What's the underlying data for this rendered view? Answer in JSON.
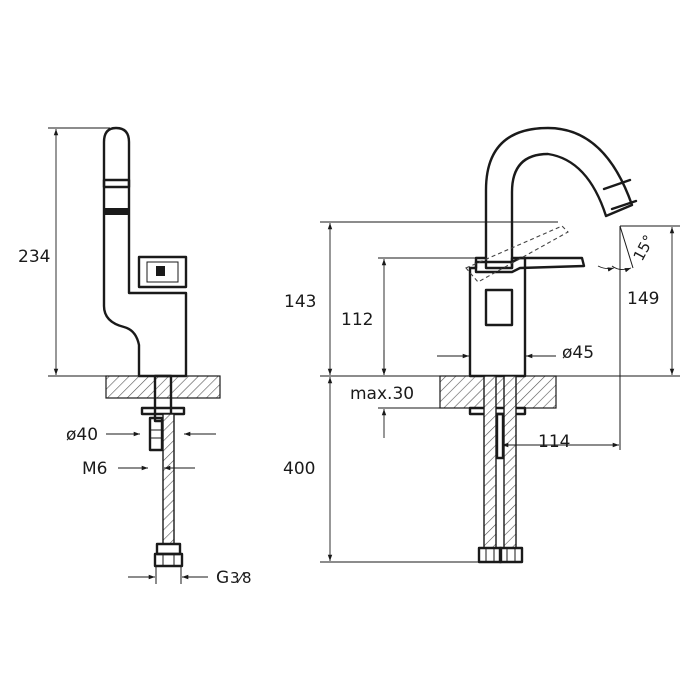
{
  "labels": {
    "height_total": "234",
    "hole_diameter": "ø40",
    "thread": "M6",
    "connection": "G",
    "connection_fraction": "3⁄8",
    "body_height": "143",
    "lever_height": "112",
    "counter_max": "max.30",
    "hose_length": "400",
    "projection": "114",
    "base_diameter": "ø45",
    "spout_height": "149",
    "spout_angle": "15°"
  }
}
